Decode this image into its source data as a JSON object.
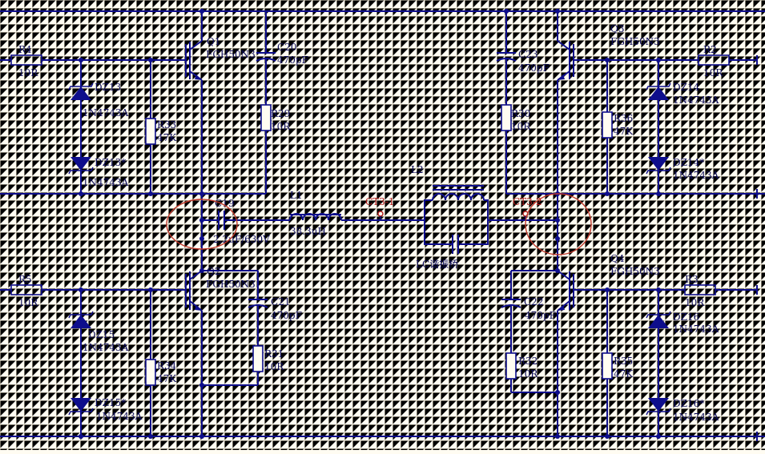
{
  "components": {
    "q1": {
      "ref": "Q1",
      "part": "FGH50N3"
    },
    "q2": {
      "ref": "Q2",
      "part": "FGH50N3"
    },
    "q3": {
      "ref": "Q3",
      "part": "FGH50N3"
    },
    "q4": {
      "ref": "Q4",
      "part": "FGH50N3"
    },
    "r2": {
      "ref": "R2",
      "value": "10R"
    },
    "r3": {
      "ref": "R3",
      "value": "10R"
    },
    "r4": {
      "ref": "R4",
      "value": "10R"
    },
    "r5": {
      "ref": "R5",
      "value": "10R"
    },
    "r29": {
      "ref": "R29",
      "value": "10R"
    },
    "r30": {
      "ref": "R30",
      "value": "10R"
    },
    "r31": {
      "ref": "R31",
      "value": "10R"
    },
    "r32": {
      "ref": "R32",
      "value": "10R"
    },
    "r33": {
      "ref": "R33",
      "value": "47K"
    },
    "r34": {
      "ref": "R34",
      "value": "47K"
    },
    "r35": {
      "ref": "R35",
      "value": "47K"
    },
    "r36": {
      "ref": "R36",
      "value": "47K"
    },
    "c19": {
      "ref": "C19",
      "value": "2.2uF/630V"
    },
    "c20": {
      "ref": "C20",
      "value": "470pF"
    },
    "c21": {
      "ref": "C21",
      "value": "470pF"
    },
    "c22": {
      "ref": "C22",
      "value": "470pF"
    },
    "c23": {
      "ref": "C23",
      "value": "470pF"
    },
    "l1": {
      "ref": "L1",
      "value": "38.3uH"
    },
    "l2": {
      "ref": "L2"
    },
    "dz13": {
      "ref": "DZ13",
      "part": "1N4743A"
    },
    "dz13b": {
      "ref": "DZ13*",
      "part": "1N4743A"
    },
    "dz14": {
      "ref": "DZ14",
      "part": "1N4743A"
    },
    "dz14b": {
      "ref": "DZ14*",
      "part": "1N4743A"
    },
    "dz15": {
      "ref": "DZ15",
      "part": "1N4743A"
    },
    "dz15b": {
      "ref": "DZ15*",
      "part": "1N4743A"
    },
    "dz16": {
      "ref": "DZ16",
      "part": "1N4743A"
    },
    "dz16b": {
      "ref": "DZ16*",
      "part": "1N4743A"
    }
  },
  "nodes": {
    "ct3_1": "CT3-1",
    "ct3_2": "CT3-2"
  },
  "annotations": {
    "lc_bridge": "LC谐振桥"
  },
  "colors": {
    "wire": "#0e0e8c",
    "text": "#0d0d5a",
    "node_label": "#b01818",
    "highlight": "#c0392b",
    "background": "#fffcf2"
  }
}
